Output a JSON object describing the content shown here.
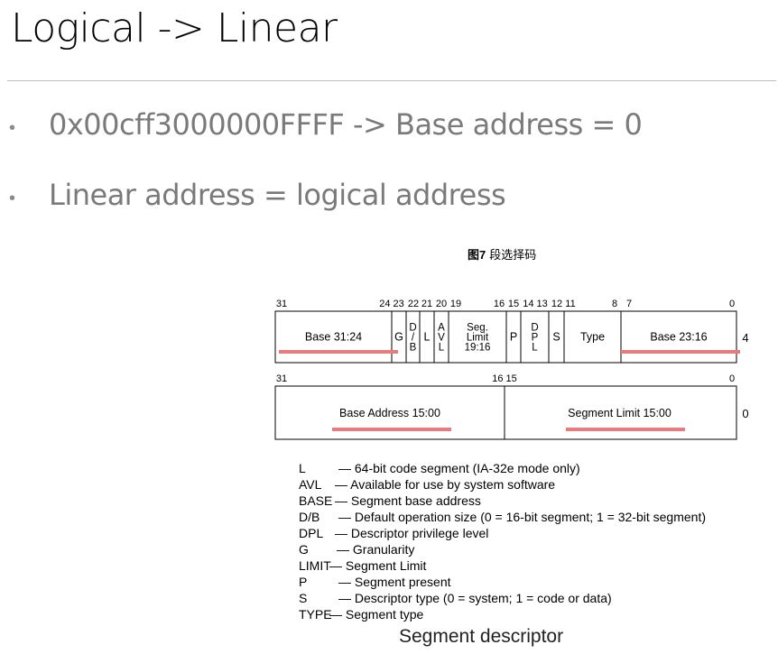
{
  "slide": {
    "title": "Logical -> Linear",
    "bullets": [
      "0x00cff3000000FFFF -> Base address = 0",
      "Linear address = logical address"
    ]
  },
  "figure": {
    "caption_bold": "图7",
    "caption_text": "段选择码",
    "upper_row": {
      "offset_label": "4",
      "bit_labels": [
        "31",
        "24 23",
        "22",
        "21",
        "20",
        "19",
        "16",
        "15",
        "14 13",
        "12",
        "11",
        "8",
        "7",
        "0"
      ],
      "fields": [
        {
          "lines": [
            "Base 31:24"
          ],
          "highlight": true
        },
        {
          "lines": [
            "G"
          ]
        },
        {
          "lines": [
            "D",
            "/",
            "B"
          ]
        },
        {
          "lines": [
            "L"
          ]
        },
        {
          "lines": [
            "A",
            "V",
            "L"
          ]
        },
        {
          "lines": [
            "Seg.",
            "Limit",
            "19:16"
          ]
        },
        {
          "lines": [
            "P"
          ]
        },
        {
          "lines": [
            "D",
            "P",
            "L"
          ]
        },
        {
          "lines": [
            "S"
          ]
        },
        {
          "lines": [
            "Type"
          ]
        },
        {
          "lines": [
            "Base 23:16"
          ],
          "highlight": true
        }
      ]
    },
    "lower_row": {
      "offset_label": "0",
      "bit_labels": [
        "31",
        "16 15",
        "0"
      ],
      "fields": [
        {
          "lines": [
            "Base Address 15:00"
          ],
          "highlight": true
        },
        {
          "lines": [
            "Segment Limit 15:00"
          ],
          "highlight": true
        }
      ]
    },
    "highlight_color": "#e87b7b",
    "legend": [
      {
        "abbr": "L",
        "desc": "— 64-bit code segment (IA-32e mode only)"
      },
      {
        "abbr": "AVL",
        "desc": "— Available for use by system software"
      },
      {
        "abbr": "BASE",
        "desc": "— Segment base address"
      },
      {
        "abbr": "D/B",
        "desc": "— Default operation size (0 = 16-bit segment; 1 = 32-bit segment)"
      },
      {
        "abbr": "DPL",
        "desc": "— Descriptor privilege level"
      },
      {
        "abbr": "G",
        "desc": "— Granularity"
      },
      {
        "abbr": "LIMIT",
        "desc": "— Segment Limit"
      },
      {
        "abbr": "P",
        "desc": "— Segment present"
      },
      {
        "abbr": "S",
        "desc": "— Descriptor type (0 = system; 1 = code or data)"
      },
      {
        "abbr": "TYPE",
        "desc": "— Segment type"
      }
    ],
    "bottom_caption": "Segment descriptor"
  }
}
